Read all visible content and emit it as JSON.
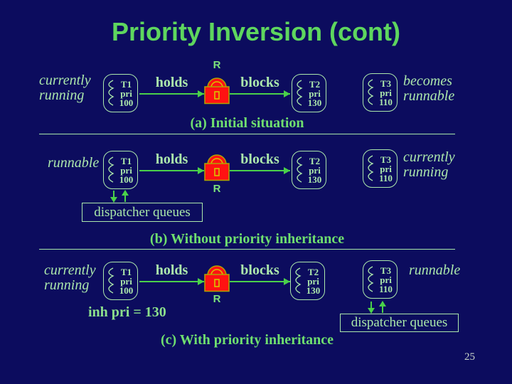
{
  "slide": {
    "title": "Priority Inversion (cont)",
    "page_number": "25"
  },
  "labels": {
    "holds": "holds",
    "blocks": "blocks",
    "resource": "R",
    "pri": "pri",
    "dispatcher_queues": "dispatcher queues",
    "inh_pri": "inh pri = 130"
  },
  "tasks": {
    "t1": {
      "name": "T1",
      "pri": "100"
    },
    "t2": {
      "name": "T2",
      "pri": "130"
    },
    "t3": {
      "name": "T3",
      "pri": "110"
    }
  },
  "sections": {
    "a": {
      "caption": "(a) Initial situation",
      "left_annotation_line1": "currently",
      "left_annotation_line2": "running",
      "right_annotation_line1": "becomes",
      "right_annotation_line2": "runnable"
    },
    "b": {
      "caption": "(b) Without priority inheritance",
      "left_annotation_line1": "runnable",
      "left_annotation_line2": "",
      "right_annotation_line1": "currently",
      "right_annotation_line2": "running"
    },
    "c": {
      "caption": "(c) With priority inheritance",
      "left_annotation_line1": "currently",
      "left_annotation_line2": "running",
      "right_annotation_line1": "runnable",
      "right_annotation_line2": ""
    }
  },
  "colors": {
    "background": "#0c0c5e",
    "title_green": "#5ed65e",
    "caption_green": "#6fdf6f",
    "pale_green": "#ace8ac",
    "arrow_green": "#4ad14a",
    "lock_red": "#ff1212",
    "lock_outline": "#b0a400",
    "keyhole_yellow": "#d8c400",
    "page_number": "#c8d4c8"
  }
}
